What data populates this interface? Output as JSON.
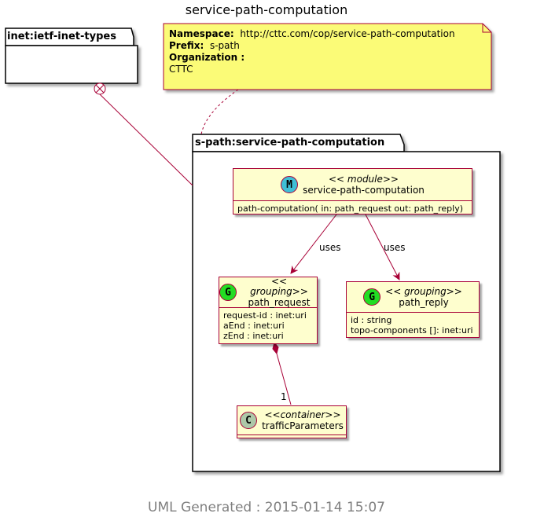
{
  "title": "service-path-computation",
  "note": {
    "namespace_label": "Namespace:",
    "namespace_value": "http://cttc.com/cop/service-path-computation",
    "prefix_label": "Prefix:",
    "prefix_value": "s-path",
    "organization_label": "Organization :",
    "organization_value": "CTTC"
  },
  "packages": {
    "imported": "inet:ietf-inet-types",
    "main": "s-path:service-path-computation"
  },
  "classes": {
    "module": {
      "badge": "M",
      "stereotype": "<< module>>",
      "name": "service-path-computation",
      "members": [
        "path-computation( in: path_request out: path_reply)"
      ]
    },
    "path_request": {
      "badge": "G",
      "stereotype": "<< grouping>>",
      "name": "path_request",
      "members": [
        "request-id : inet:uri",
        "aEnd : inet:uri",
        "zEnd : inet:uri"
      ]
    },
    "path_reply": {
      "badge": "G",
      "stereotype": "<< grouping>>",
      "name": "path_reply",
      "members": [
        "id : string",
        "topo-components []: inet:uri"
      ]
    },
    "traffic": {
      "badge": "C",
      "stereotype": "<<container>>",
      "name": "trafficParameters",
      "members": []
    }
  },
  "edges": {
    "uses_left": "uses",
    "uses_right": "uses",
    "multiplicity": "1"
  },
  "colors": {
    "note_fill": "#fbfb77",
    "class_fill": "#fefece",
    "border": "#a80036",
    "module_badge": "#3fbfd6",
    "grouping_badge": "#22dd22",
    "container_badge": "#adc8a8"
  },
  "footer": "UML Generated : 2015-01-14 15:07"
}
